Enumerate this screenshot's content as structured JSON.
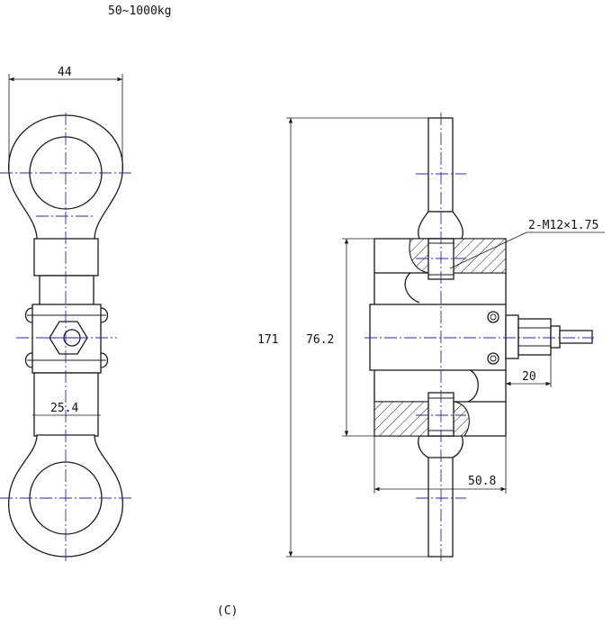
{
  "header": {
    "capacity_range": "50~1000kg"
  },
  "dimensions": {
    "width_eye": "44",
    "body_width": "25.4",
    "overall_length": "171",
    "body_height": "76.2",
    "connector_length": "20",
    "body_depth": "50.8",
    "thread_spec": "2-M12×1.75"
  },
  "figure": {
    "caption": "(C)"
  },
  "colors": {
    "outline": "#1a1a1a",
    "centerline": "#2323d8",
    "background": "#ffffff"
  }
}
